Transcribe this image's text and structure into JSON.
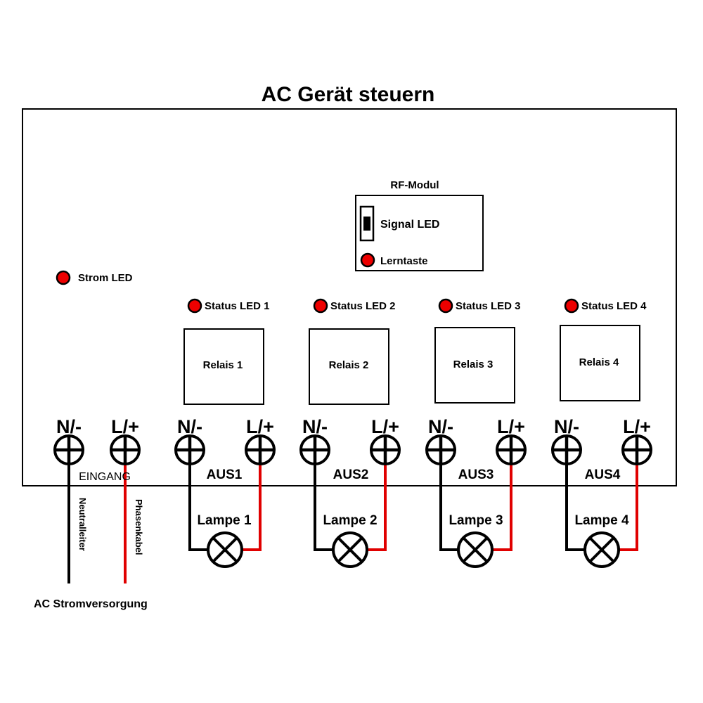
{
  "title": "AC Gerät steuern",
  "rf_module": {
    "label": "RF-Modul",
    "signal_led": "Signal LED",
    "learn_button": "Lerntaste"
  },
  "power_led": "Strom LED",
  "channels": [
    {
      "status_led": "Status LED 1",
      "relay": "Relais 1",
      "n_label": "N/-",
      "l_label": "L/+",
      "output": "AUS1",
      "lamp": "Lampe 1"
    },
    {
      "status_led": "Status LED 2",
      "relay": "Relais 2",
      "n_label": "N/-",
      "l_label": "L/+",
      "output": "AUS2",
      "lamp": "Lampe 2"
    },
    {
      "status_led": "Status LED 3",
      "relay": "Relais 3",
      "n_label": "N/-",
      "l_label": "L/+",
      "output": "AUS3",
      "lamp": "Lampe 3"
    },
    {
      "status_led": "Status LED 4",
      "relay": "Relais 4",
      "n_label": "N/-",
      "l_label": "L/+",
      "output": "AUS4",
      "lamp": "Lampe 4"
    }
  ],
  "input": {
    "n_label": "N/-",
    "l_label": "L/+",
    "label": "EINGANG",
    "neutral_wire": "Neutralleiter",
    "phase_wire": "Phasenkabel",
    "supply": "AC Stromversorgung"
  },
  "colors": {
    "led": "#ee0000",
    "phase_wire": "#e00000",
    "neutral_wire": "#000000"
  }
}
